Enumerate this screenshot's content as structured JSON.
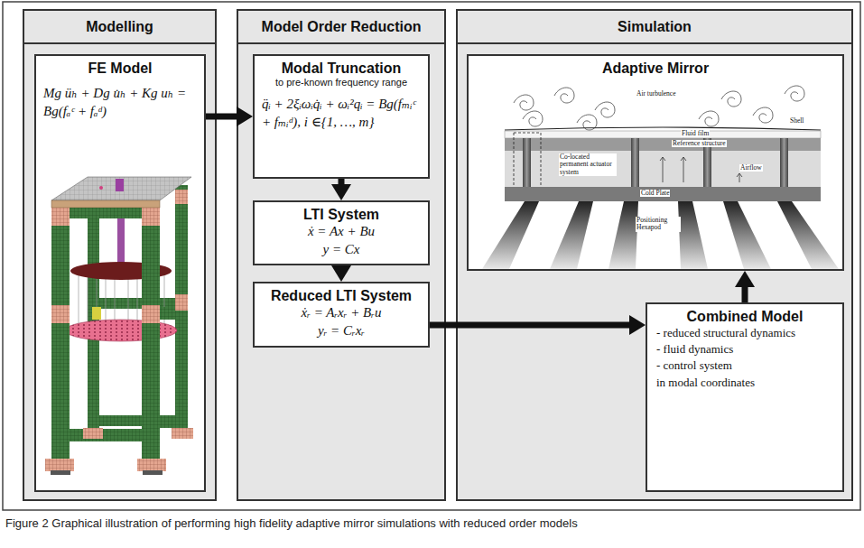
{
  "diagram": {
    "caption": "Figure 2 Graphical illustration of performing high fidelity adaptive mirror simulations with reduced order models",
    "nodes": [
      {
        "text": [
          "Modelling"
        ]
      },
      {
        "text": [
          "FE Model",
          "Mg üₕ + Dg u̇ₕ + Kg uₕ = Bg(fₐᶜ + fₐᵈ)"
        ],
        "in": 0
      },
      {
        "text": [
          "Model Order Reduction"
        ]
      },
      {
        "text": [
          "Modal Truncation",
          "to pre-known frequency range",
          "q̈ᵢ + 2ξᵢωᵢq̇ᵢ + ωᵢ²qᵢ = Bg(fₘᵢᶜ + fₘᵢᵈ), i ∈{1, …, m}"
        ],
        "in": 2
      },
      {
        "text": [
          "LTI System",
          "ẋ = Ax + Bu",
          "y = Cx"
        ],
        "in": 2
      },
      {
        "text": [
          "Reduced LTI System",
          "ẋᵣ = Aᵣxᵣ + Bᵣu",
          "yᵣ = Cᵣxᵣ"
        ],
        "in": 2
      },
      {
        "text": [
          "Simulation"
        ]
      },
      {
        "text": [
          "Adaptive Mirror"
        ],
        "in": 6
      },
      {
        "text": [
          "Combined Model",
          "- reduced structural dynamics",
          "- fluid dynamics",
          "- control system",
          "in modal coordinates"
        ],
        "in": 6
      }
    ],
    "edges": [
      {
        "from": 1,
        "to": 3,
        "arrow": "to"
      },
      {
        "from": 3,
        "to": 4,
        "arrow": "to"
      },
      {
        "from": 4,
        "to": 5,
        "arrow": "to"
      },
      {
        "from": 5,
        "to": 8,
        "arrow": "to"
      },
      {
        "from": 8,
        "to": 7,
        "arrow": "to"
      }
    ],
    "labels": [
      "Air turbulence",
      "Shell",
      "Fluid film",
      "Reference structure",
      "Co-located permanent actuator system",
      "Airflow",
      "Cold Plate",
      "Positioning Hexapod"
    ]
  }
}
